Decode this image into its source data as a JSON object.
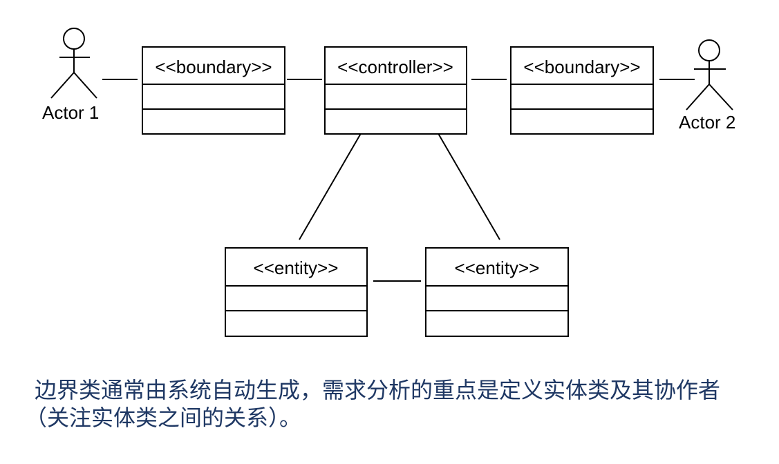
{
  "actors": {
    "actor1": "Actor 1",
    "actor2": "Actor 2"
  },
  "classes": {
    "boundary_left": "<<boundary>>",
    "controller": "<<controller>>",
    "boundary_right": "<<boundary>>",
    "entity_left": "<<entity>>",
    "entity_right": "<<entity>>"
  },
  "caption": {
    "line1": "边界类通常由系统自动生成，需求分析的重点是定义实体类及其协作者",
    "line2": "（关注实体类之间的关系）。"
  },
  "colors": {
    "caption": "#1f3864",
    "lines": "#000000"
  }
}
